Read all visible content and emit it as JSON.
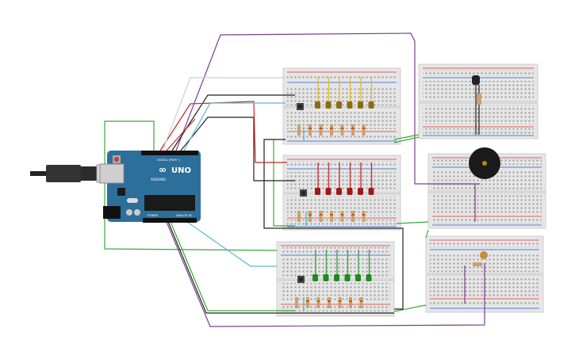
{
  "arduino": {
    "brand": "ARDUINO",
    "model": "UNO",
    "pin_label_digital": "DIGITAL (PWM~)",
    "pin_label_power": "POWER",
    "pin_label_analog": "ANALOG IN"
  },
  "colors": {
    "board_blue": "#2d6f9b",
    "breadboard": "#e6e6e6",
    "wire_purple": "#7a3e8e",
    "wire_green": "#3aa63a",
    "wire_red": "#c62828",
    "wire_black": "#222222",
    "wire_cyan": "#5bb8d0",
    "wire_grey": "#cfcfcf",
    "led_yellow": "#8a6d14",
    "led_red": "#a01818",
    "led_green": "#1f8a1f",
    "buzzer": "#1a1a1a"
  },
  "components": {
    "led_rows": [
      {
        "color": "yellow",
        "count": 6
      },
      {
        "color": "red",
        "count": 6
      },
      {
        "color": "green",
        "count": 6
      }
    ],
    "pushbuttons": 3,
    "buzzer": 1,
    "photoresistor": 1,
    "tmp_sensor": 1
  }
}
